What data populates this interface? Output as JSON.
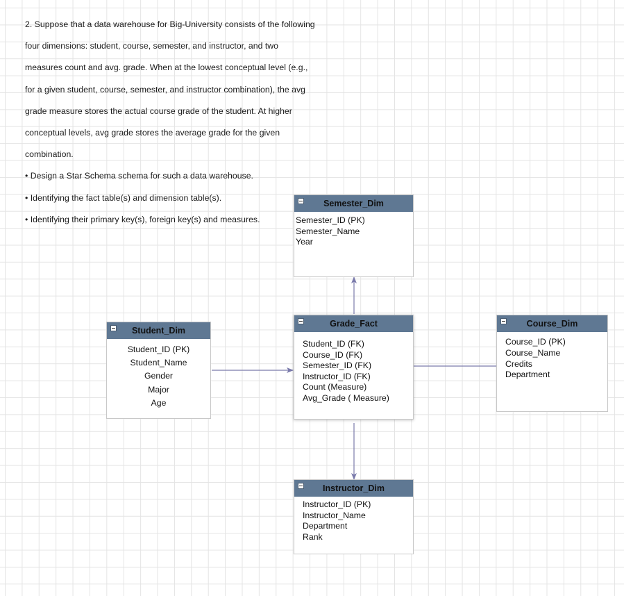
{
  "question": {
    "lines": [
      "2. Suppose that a data warehouse for Big-University consists of the following",
      "four dimensions: student, course, semester, and instructor, and two",
      "measures count and avg. grade. When at the lowest conceptual level (e.g.,",
      "for a given student, course, semester, and instructor combination), the avg",
      "grade measure stores the actual course grade of the student. At higher",
      "conceptual levels, avg grade stores the average grade for the given",
      "combination.",
      "• Design a Star Schema schema for such a data warehouse.",
      "• Identifying the fact table(s) and dimension table(s).",
      "• Identifying their primary key(s), foreign key(s) and measures."
    ]
  },
  "entities": {
    "semester": {
      "title": "Semester_Dim",
      "fields": [
        "Semester_ID (PK)",
        "Semester_Name",
        "Year"
      ]
    },
    "student": {
      "title": "Student_Dim",
      "fields": [
        "Student_ID (PK)",
        "Student_Name",
        "Gender",
        "Major",
        "Age"
      ]
    },
    "fact": {
      "title": "Grade_Fact",
      "fields": [
        "Student_ID (FK)",
        "Course_ID (FK)",
        "Semester_ID (FK)",
        "Instructor_ID (FK)",
        "Count (Measure)",
        "Avg_Grade ( Measure)"
      ]
    },
    "course": {
      "title": "Course_Dim",
      "fields": [
        "Course_ID (PK)",
        "Course_Name",
        "Credits",
        "Department"
      ]
    },
    "instructor": {
      "title": "Instructor_Dim",
      "fields": [
        "Instructor_ID (PK)",
        "Instructor_Name",
        "Department",
        "Rank"
      ]
    }
  },
  "colors": {
    "header": "#5f7893",
    "arrow": "#7a7aab",
    "grid": "#e4e4e4"
  }
}
